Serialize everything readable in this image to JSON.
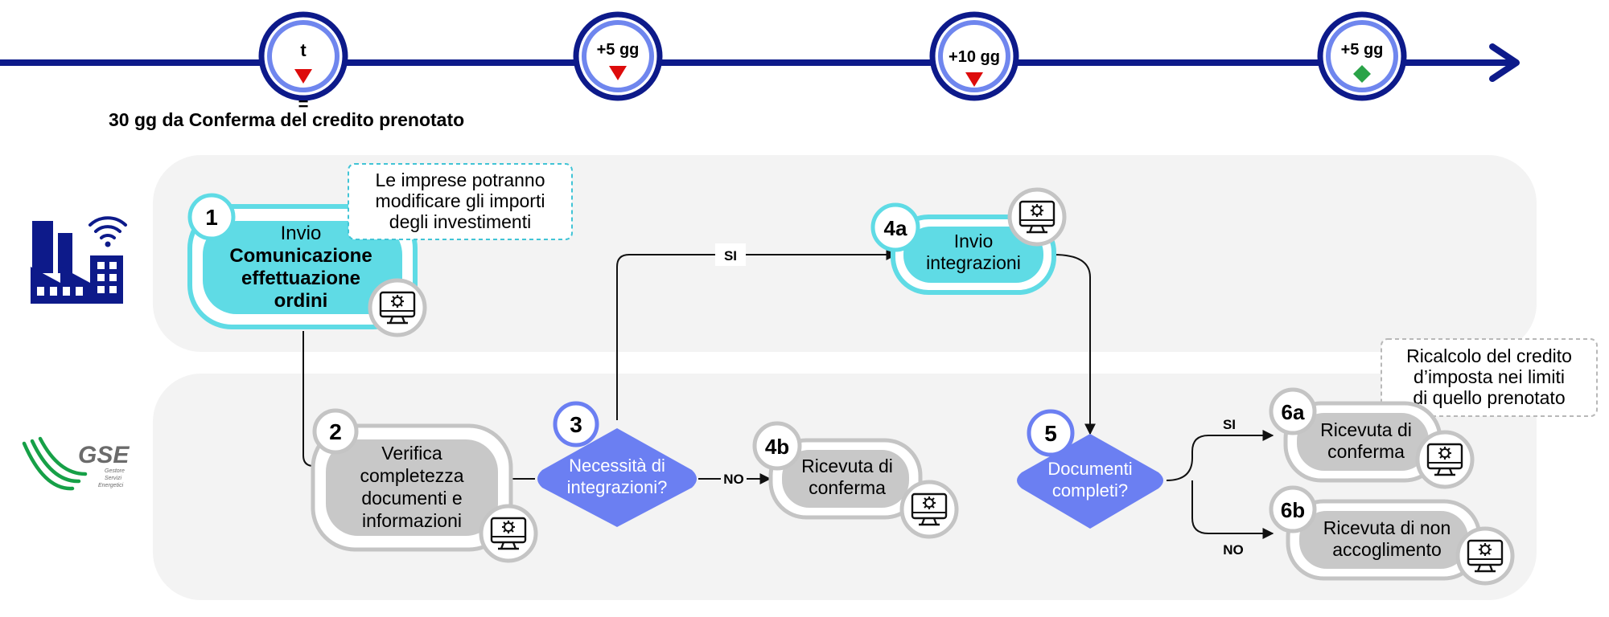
{
  "colors": {
    "navy": "#0d1a8a",
    "timeline_blue": "#6f86ee",
    "diamond_blue": "#6b7ff2",
    "teal": "#5fdbe5",
    "teal_border": "#5fdbe5",
    "gray_fill": "#c8c8c8",
    "gray_border": "#c4c4c4",
    "lane_bg": "#f3f3f3",
    "red_marker": "#dd0b0b",
    "green_marker": "#2aa348",
    "gse_green": "#16a047",
    "gse_gray": "#6b6b6b"
  },
  "timeline": {
    "steps": [
      {
        "label": "t",
        "marker": "red-triangle"
      },
      {
        "label": "+5 gg",
        "marker": "red-triangle"
      },
      {
        "label": "+10 gg",
        "marker": "red-triangle"
      },
      {
        "label": "+5 gg",
        "marker": "green-diamond"
      }
    ],
    "equals_sign": "=",
    "start_note": "30 gg da Conferma del credito prenotato"
  },
  "lanes": {
    "company_icon": "factory-wifi-icon",
    "gse_logo": {
      "text": "GSE",
      "subtitle_lines": [
        "Gestore",
        "Servizi",
        "Energetici"
      ]
    }
  },
  "nodes": {
    "n1": {
      "number": "1",
      "line1": "Invio",
      "bold_lines": [
        "Comunicazione",
        "effettuazione",
        "ordini"
      ],
      "icon": "monitor-gear-icon"
    },
    "n2": {
      "number": "2",
      "lines": [
        "Verifica",
        "completezza",
        "documenti e",
        "informazioni"
      ],
      "icon": "monitor-gear-icon"
    },
    "n3": {
      "number": "3",
      "lines": [
        "Necessità di",
        "integrazioni?"
      ]
    },
    "n4a": {
      "number": "4a",
      "lines": [
        "Invio",
        "integrazioni"
      ],
      "icon": "monitor-gear-icon"
    },
    "n4b": {
      "number": "4b",
      "lines": [
        "Ricevuta di",
        "conferma"
      ],
      "icon": "monitor-gear-icon"
    },
    "n5": {
      "number": "5",
      "lines": [
        "Documenti",
        "completi?"
      ]
    },
    "n6a": {
      "number": "6a",
      "lines": [
        "Ricevuta di",
        "conferma"
      ],
      "icon": "monitor-gear-icon"
    },
    "n6b": {
      "number": "6b",
      "lines": [
        "Ricevuta di non",
        "accoglimento"
      ],
      "icon": "monitor-gear-icon"
    }
  },
  "notes": {
    "imprese": [
      "Le imprese potranno",
      "modificare gli importi",
      "degli investimenti"
    ],
    "ricalcolo": [
      "Ricalcolo del credito",
      "d’imposta nei limiti",
      "di quello prenotato"
    ]
  },
  "edges": {
    "yes": "SI",
    "no": "NO"
  }
}
